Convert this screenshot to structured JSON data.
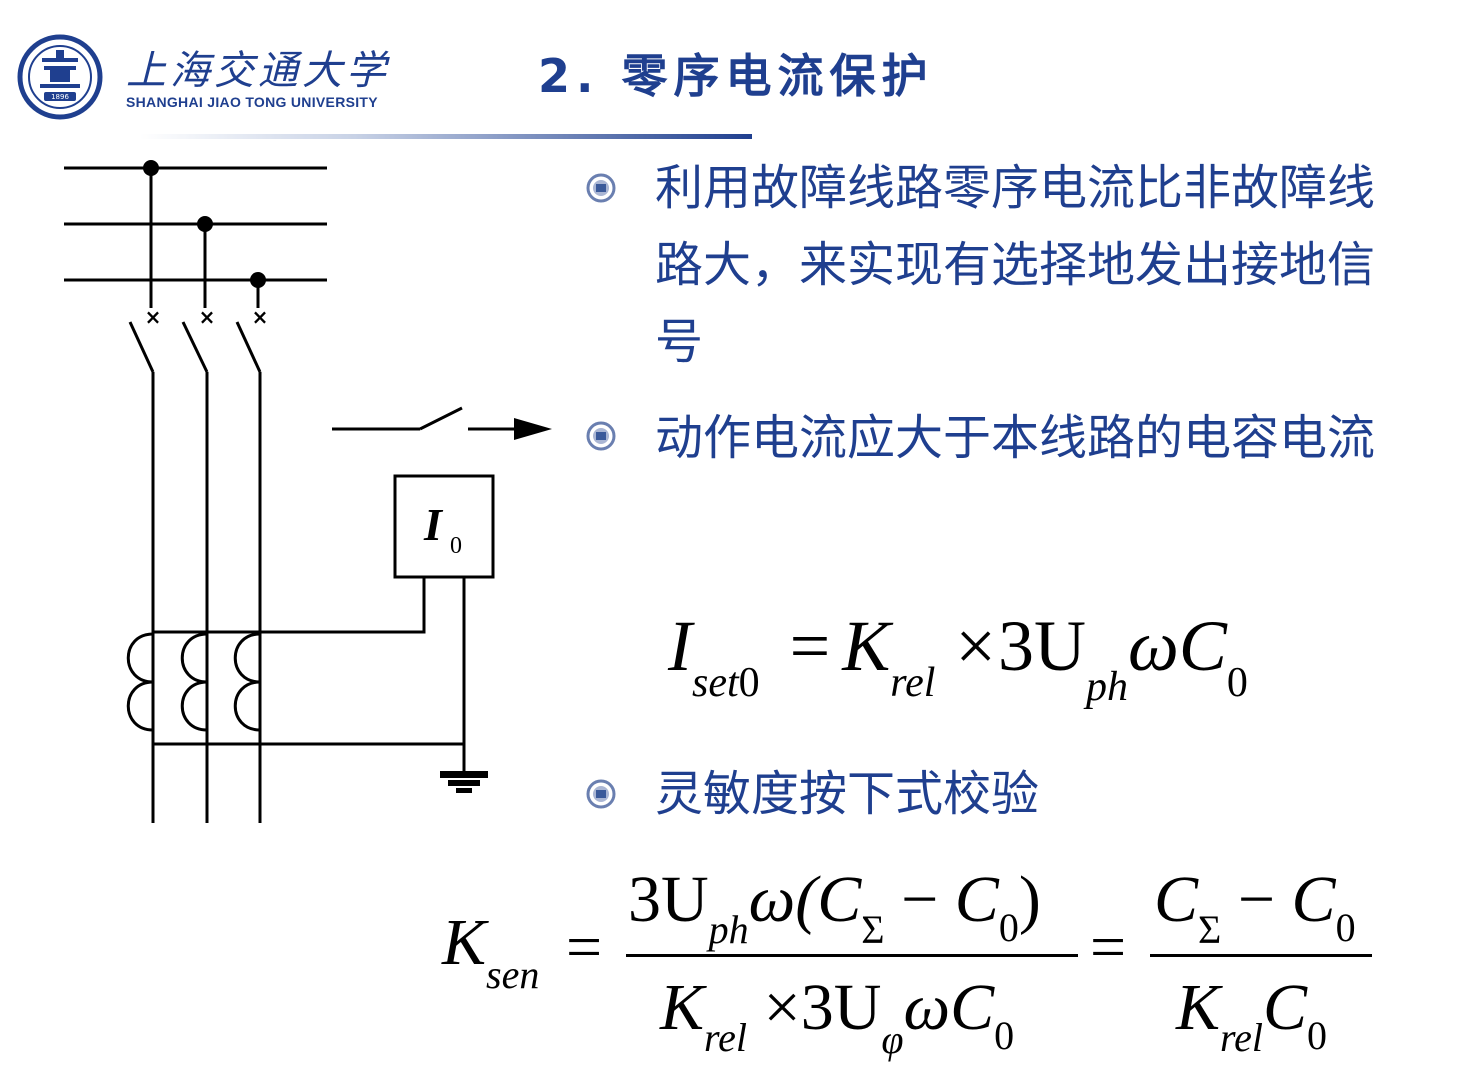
{
  "header": {
    "university_name_cn": "上海交通大学",
    "university_name_en": "SHANGHAI JIAO TONG UNIVERSITY",
    "logo_year": "1896",
    "title": "2. 零序电流保护"
  },
  "bullets": [
    {
      "text": "利用故障线路零序电流比非故障线路大，来实现有选择地发出接地信号"
    },
    {
      "text": "动作电流应大于本线路的电容电流"
    },
    {
      "text": "灵敏度按下式校验"
    }
  ],
  "diagram": {
    "relay_label": "I",
    "relay_subscript": "0",
    "breaker_mark": "×"
  },
  "formula1": {
    "lhs": "I",
    "lhs_sub": "set",
    "lhs_sub_num": "0",
    "eq": "=",
    "k": "K",
    "k_sub": "rel",
    "times": "×",
    "three_u": "3U",
    "u_sub": "ph",
    "omega_c": "ωC",
    "c_sub": "0"
  },
  "formula2": {
    "lhs": "K",
    "lhs_sub": "sen",
    "eq": "=",
    "num1": "3U",
    "num1_sub": "ph",
    "num1_rest": "ω(C",
    "sigma": "Σ",
    "minus": "−",
    "c": "C",
    "zero": "0",
    "close": ")",
    "den1_k": "K",
    "den1_k_sub": "rel",
    "den1_times": "×",
    "den1_u": "3U",
    "den1_u_sub": "φ",
    "den1_omega": "ωC",
    "den1_zero": "0",
    "eq2": "=",
    "num2_c": "C",
    "num2_sigma": "Σ",
    "num2_minus": "−",
    "num2_c2": "C",
    "num2_zero": "0",
    "den2_k": "K",
    "den2_k_sub": "rel",
    "den2_c": "C",
    "den2_zero": "0"
  },
  "colors": {
    "primary": "#1f3f8f",
    "text": "#000000",
    "background": "#ffffff"
  }
}
